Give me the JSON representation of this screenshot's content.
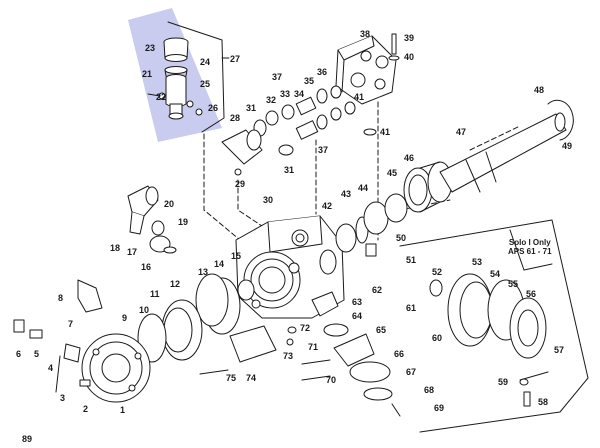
{
  "diagram": {
    "page_number": "89",
    "note_lines": [
      "Solo I Only",
      "APS 61 - 71"
    ],
    "highlight_color": "#c9cbef",
    "line_color": "#1a1a1a",
    "callouts": [
      {
        "id": "p23",
        "label": "23"
      },
      {
        "id": "p24",
        "label": "24"
      },
      {
        "id": "p21",
        "label": "21"
      },
      {
        "id": "p22",
        "label": "22"
      },
      {
        "id": "p25",
        "label": "25"
      },
      {
        "id": "p26",
        "label": "26"
      },
      {
        "id": "p27",
        "label": "27"
      },
      {
        "id": "p38",
        "label": "38"
      },
      {
        "id": "p39",
        "label": "39"
      },
      {
        "id": "p40",
        "label": "40"
      },
      {
        "id": "p37a",
        "label": "37"
      },
      {
        "id": "p36",
        "label": "36"
      },
      {
        "id": "p35",
        "label": "35"
      },
      {
        "id": "p34",
        "label": "34"
      },
      {
        "id": "p33",
        "label": "33"
      },
      {
        "id": "p32",
        "label": "32"
      },
      {
        "id": "p31a",
        "label": "31"
      },
      {
        "id": "p28",
        "label": "28"
      },
      {
        "id": "p41a",
        "label": "41"
      },
      {
        "id": "p41b",
        "label": "41"
      },
      {
        "id": "p37b",
        "label": "37"
      },
      {
        "id": "p31b",
        "label": "31"
      },
      {
        "id": "p29",
        "label": "29"
      },
      {
        "id": "p48",
        "label": "48"
      },
      {
        "id": "p47",
        "label": "47"
      },
      {
        "id": "p49",
        "label": "49"
      },
      {
        "id": "p46",
        "label": "46"
      },
      {
        "id": "p45",
        "label": "45"
      },
      {
        "id": "p44",
        "label": "44"
      },
      {
        "id": "p43",
        "label": "43"
      },
      {
        "id": "p42",
        "label": "42"
      },
      {
        "id": "p30",
        "label": "30"
      },
      {
        "id": "p20",
        "label": "20"
      },
      {
        "id": "p19",
        "label": "19"
      },
      {
        "id": "p18",
        "label": "18"
      },
      {
        "id": "p17",
        "label": "17"
      },
      {
        "id": "p16",
        "label": "16"
      },
      {
        "id": "p15",
        "label": "15"
      },
      {
        "id": "p14",
        "label": "14"
      },
      {
        "id": "p13",
        "label": "13"
      },
      {
        "id": "p12",
        "label": "12"
      },
      {
        "id": "p11",
        "label": "11"
      },
      {
        "id": "p10",
        "label": "10"
      },
      {
        "id": "p9",
        "label": "9"
      },
      {
        "id": "p8",
        "label": "8"
      },
      {
        "id": "p7",
        "label": "7"
      },
      {
        "id": "p6",
        "label": "6"
      },
      {
        "id": "p5",
        "label": "5"
      },
      {
        "id": "p4",
        "label": "4"
      },
      {
        "id": "p3",
        "label": "3"
      },
      {
        "id": "p2",
        "label": "2"
      },
      {
        "id": "p1",
        "label": "1"
      },
      {
        "id": "p50",
        "label": "50"
      },
      {
        "id": "p51",
        "label": "51"
      },
      {
        "id": "p52",
        "label": "52"
      },
      {
        "id": "p53",
        "label": "53"
      },
      {
        "id": "p54",
        "label": "54"
      },
      {
        "id": "p55",
        "label": "55"
      },
      {
        "id": "p56",
        "label": "56"
      },
      {
        "id": "p57",
        "label": "57"
      },
      {
        "id": "p58",
        "label": "58"
      },
      {
        "id": "p59",
        "label": "59"
      },
      {
        "id": "p60",
        "label": "60"
      },
      {
        "id": "p61",
        "label": "61"
      },
      {
        "id": "p62",
        "label": "62"
      },
      {
        "id": "p63",
        "label": "63"
      },
      {
        "id": "p64",
        "label": "64"
      },
      {
        "id": "p65",
        "label": "65"
      },
      {
        "id": "p66",
        "label": "66"
      },
      {
        "id": "p67",
        "label": "67"
      },
      {
        "id": "p68",
        "label": "68"
      },
      {
        "id": "p69",
        "label": "69"
      },
      {
        "id": "p70",
        "label": "70"
      },
      {
        "id": "p71",
        "label": "71"
      },
      {
        "id": "p72",
        "label": "72"
      },
      {
        "id": "p73",
        "label": "73"
      },
      {
        "id": "p74",
        "label": "74"
      },
      {
        "id": "p75",
        "label": "75"
      }
    ]
  }
}
